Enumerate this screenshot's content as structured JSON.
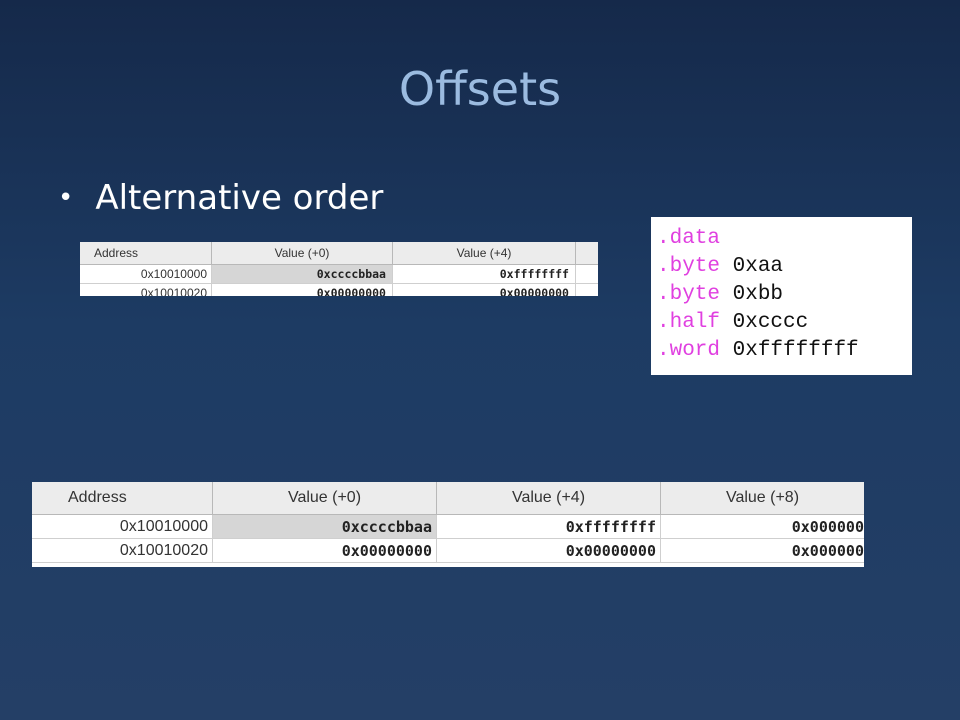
{
  "slide": {
    "title": "Offsets",
    "bullet": "Alternative order"
  },
  "colors": {
    "title": "#9bbbe0",
    "directive": "#e040e0",
    "background_top": "#15294a",
    "background_bottom": "#243f66"
  },
  "small_table": {
    "headers": [
      "Address",
      "Value (+0)",
      "Value (+4)"
    ],
    "rows": [
      {
        "address": "0x10010000",
        "v0": "0xccccbbaa",
        "v4": "0xffffffff"
      },
      {
        "address": "0x10010020",
        "v0": "0x00000000",
        "v4": "0x00000000"
      }
    ]
  },
  "code": {
    "lines": [
      {
        "directive": ".data",
        "value": ""
      },
      {
        "directive": ".byte",
        "value": "0xaa"
      },
      {
        "directive": ".byte",
        "value": "0xbb"
      },
      {
        "directive": ".half",
        "value": "0xcccc"
      },
      {
        "directive": ".word",
        "value": "0xffffffff"
      }
    ]
  },
  "large_table": {
    "headers": [
      "Address",
      "Value (+0)",
      "Value (+4)",
      "Value (+8)"
    ],
    "rows": [
      {
        "address": "0x10010000",
        "v0": "0xccccbbaa",
        "v4": "0xffffffff",
        "v8": "0x000000"
      },
      {
        "address": "0x10010020",
        "v0": "0x00000000",
        "v4": "0x00000000",
        "v8": "0x000000"
      }
    ]
  }
}
